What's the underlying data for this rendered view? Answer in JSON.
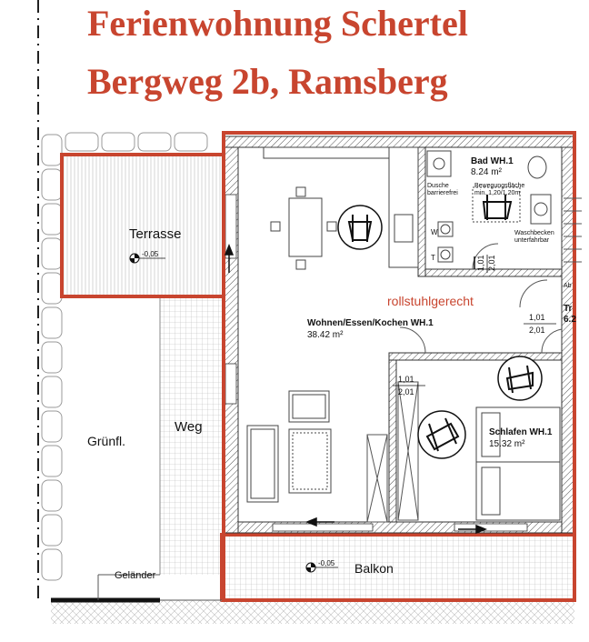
{
  "header": {
    "line1": "Ferienwohnung Schertel",
    "line2": "Bergweg 2b, Ramsberg"
  },
  "colors": {
    "title": "#c8452f",
    "outline": "#c8452f",
    "wall": "#333333",
    "hatch": "#aaaaaa"
  },
  "rooms": {
    "terrasse": {
      "name": "Terrasse",
      "level": "-0,05"
    },
    "gruenflaeche": {
      "name": "Grünfl."
    },
    "weg": {
      "name": "Weg"
    },
    "gelaender": {
      "name": "Geländer"
    },
    "balkon": {
      "name": "Balkon",
      "level": "-0,05"
    },
    "bad": {
      "name": "Bad WH.1",
      "area": "8.24 m²",
      "dusche_line1": "Dusche",
      "dusche_line2": "barrierefrei",
      "bewegung_line1": "Bewegungsfläche",
      "bewegung_line2": "min. 1,20/1,20m",
      "wasch_line1": "Waschbecken",
      "wasch_line2": "unterfahrbar",
      "door_top": "1,01",
      "door_bottom": "2,01"
    },
    "wohnen": {
      "name": "Wohnen/Essen/Kochen WH.1",
      "area": "38.42 m²"
    },
    "schlafen": {
      "name": "Schlafen WH.1",
      "area": "15.32 m²",
      "door_top": "1,01",
      "door_bottom": "2,01"
    },
    "flur": {
      "name_clipped": "Tr",
      "area_clipped": "6.2",
      "aux_clipped": "Ab",
      "door_top": "1,01",
      "door_bottom": "2,01"
    }
  },
  "kitchen": {
    "w": "W",
    "t": "T"
  },
  "note": "rollstuhlgerecht"
}
